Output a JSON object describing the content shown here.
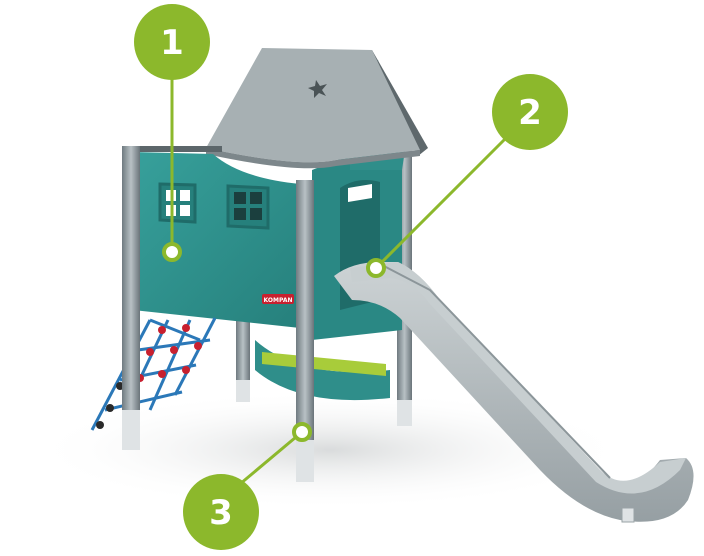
{
  "colors": {
    "callout_green": "#8cb82c",
    "panel_teal": "#2f8e8a",
    "roof_grey": "#a7b0b3",
    "slide_grey": "#b3babd",
    "post_grey": "#8a959a",
    "rope_red": "#c8202f",
    "rope_blue": "#2b78b8",
    "step_green": "#a8cc3a"
  },
  "brand_plate": "KOMPAN",
  "callouts": [
    {
      "number": "1"
    },
    {
      "number": "2"
    },
    {
      "number": "3"
    }
  ]
}
